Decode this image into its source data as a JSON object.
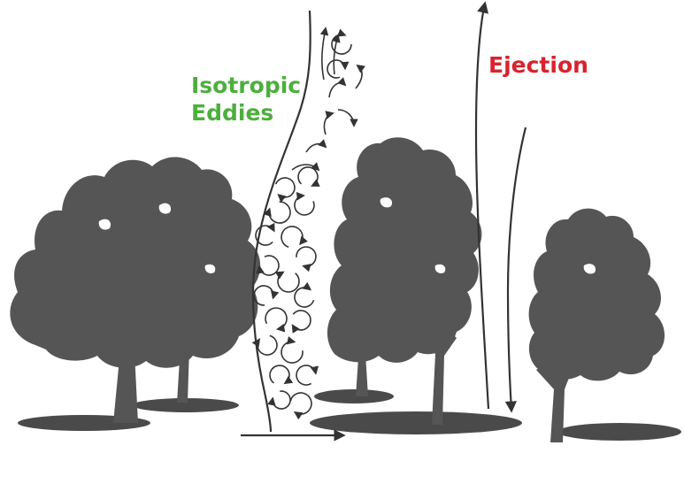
{
  "labels": {
    "isotropic_line1": "Isotropic",
    "isotropic_line2": "Eddies",
    "ejection": "Ejection"
  },
  "colors": {
    "isotropic": "#4caf3c",
    "ejection": "#d9232e",
    "tree": "#555555",
    "shadow": "#4a4a4a",
    "stroke": "#333333",
    "background": "#ffffff"
  },
  "icons": {
    "eddy": "circular-arrow-icon",
    "flow": "arrow-icon",
    "tree": "tree-silhouette"
  }
}
